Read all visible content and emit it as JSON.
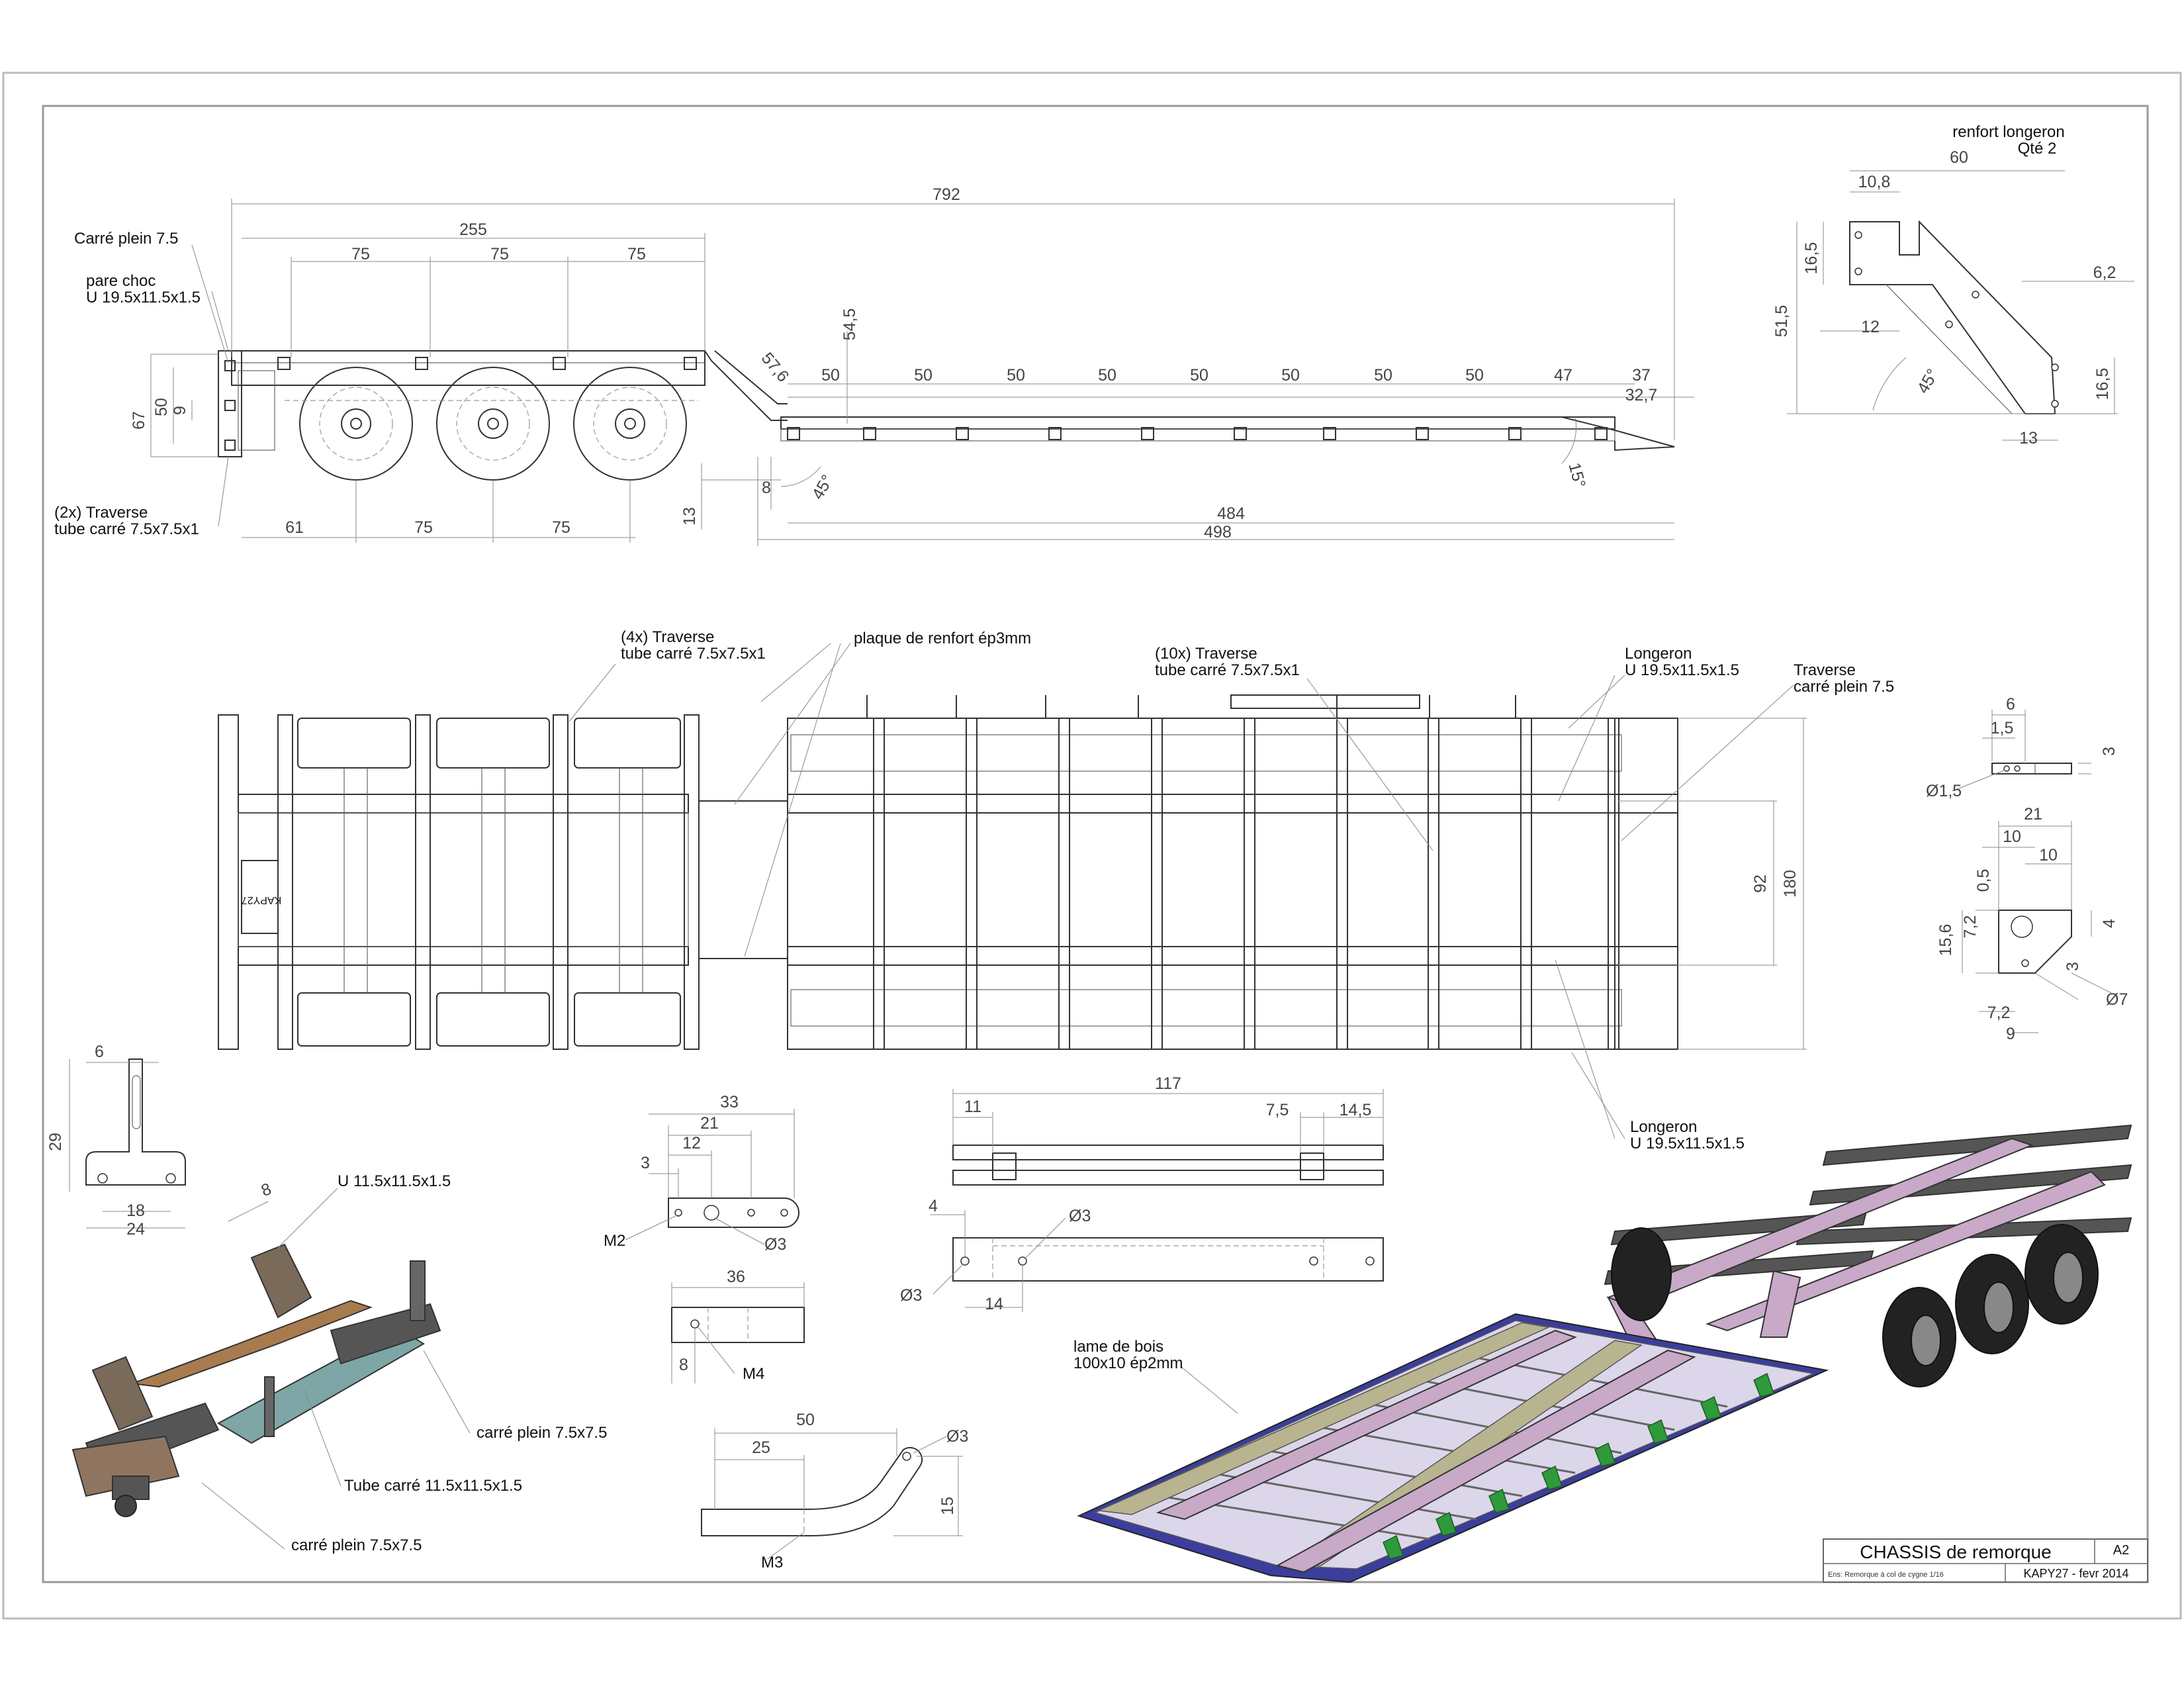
{
  "title_block": {
    "title": "CHASSIS de remorque",
    "sheet": "A2",
    "assembly": "Ens: Remorque à col de cygne 1/16",
    "author": "KAPY27 - fevr 2014"
  },
  "side_view": {
    "labels": {
      "carre_plein": "Carré plein 7.5",
      "pare_choc_1": "pare choc",
      "pare_choc_2": "U 19.5x11.5x1.5",
      "traverse_1": "(2x) Traverse",
      "traverse_2": "tube carré 7.5x7.5x1"
    },
    "dims": {
      "total": "792",
      "front": "255",
      "p1": "75",
      "p2": "75",
      "p3": "75",
      "h67": "67",
      "h50": "50",
      "h9": "9",
      "b61": "61",
      "b75a": "75",
      "b75b": "75",
      "neck_h": "54,5",
      "neck_l": "57,6",
      "s1": "50",
      "s2": "50",
      "s3": "50",
      "s4": "50",
      "s5": "50",
      "s6": "50",
      "s7": "50",
      "s8": "50",
      "s9": "47",
      "s10": "37",
      "s11": "32,7",
      "b8": "8",
      "a45": "45°",
      "b13": "13",
      "a15": "15°",
      "b484": "484",
      "b498": "498"
    }
  },
  "renfort": {
    "title_1": "renfort longeron",
    "title_2": "Qté 2",
    "dims": {
      "w60": "60",
      "w108": "10,8",
      "h165a": "16,5",
      "h515": "51,5",
      "w12": "12",
      "w62": "6,2",
      "a45": "45°",
      "h165b": "16,5",
      "w13": "13"
    }
  },
  "top_view": {
    "labels": {
      "trav4_1": "(4x) Traverse",
      "trav4_2": "tube carré 7.5x7.5x1",
      "plaque": "plaque de renfort ép3mm",
      "trav10_1": "(10x) Traverse",
      "trav10_2": "tube carré 7.5x7.5x1",
      "long1_1": "Longeron",
      "long1_2": "U 19.5x11.5x1.5",
      "travp_1": "Traverse",
      "travp_2": "carré plein 7.5",
      "long2_1": "Longeron",
      "long2_2": "U 19.5x11.5x1.5",
      "stamp": "KAPY27"
    },
    "dims": {
      "w92": "92",
      "w180": "180"
    }
  },
  "small_part": {
    "d6": "6",
    "d15": "1,5",
    "d3": "3",
    "phi15": "Ø1,5"
  },
  "bracket": {
    "d21": "21",
    "d10a": "10",
    "d10b": "10",
    "d05": "0,5",
    "d72a": "7,2",
    "d156": "15,6",
    "d4": "4",
    "d3": "3",
    "phi7": "Ø7",
    "d72b": "7,2",
    "d9": "9"
  },
  "t_plate": {
    "d6": "6",
    "d29": "29",
    "d18": "18",
    "d24": "24"
  },
  "assembly_3d": {
    "u_profile": "U 11.5x11.5x1.5",
    "d8": "8",
    "carre_1": "carré plein 7.5x7.5",
    "tube": "Tube carré 11.5x11.5x1.5",
    "carre_2": "carré plein 7.5x7.5"
  },
  "m2": {
    "d33": "33",
    "d21": "21",
    "d12": "12",
    "d3": "3",
    "label": "M2",
    "phi3": "Ø3"
  },
  "m4": {
    "d36": "36",
    "d8": "8",
    "label": "M4"
  },
  "m3": {
    "d50": "50",
    "d25": "25",
    "phi3": "Ø3",
    "d15": "15",
    "label": "M3"
  },
  "long_bar": {
    "d117": "117",
    "d11": "11",
    "d75": "7,5",
    "d145": "14,5",
    "d4": "4",
    "phi3a": "Ø3",
    "phi3b": "Ø3",
    "d14": "14"
  },
  "iso": {
    "lame_1": "lame de bois",
    "lame_2": "100x10 ép2mm"
  }
}
